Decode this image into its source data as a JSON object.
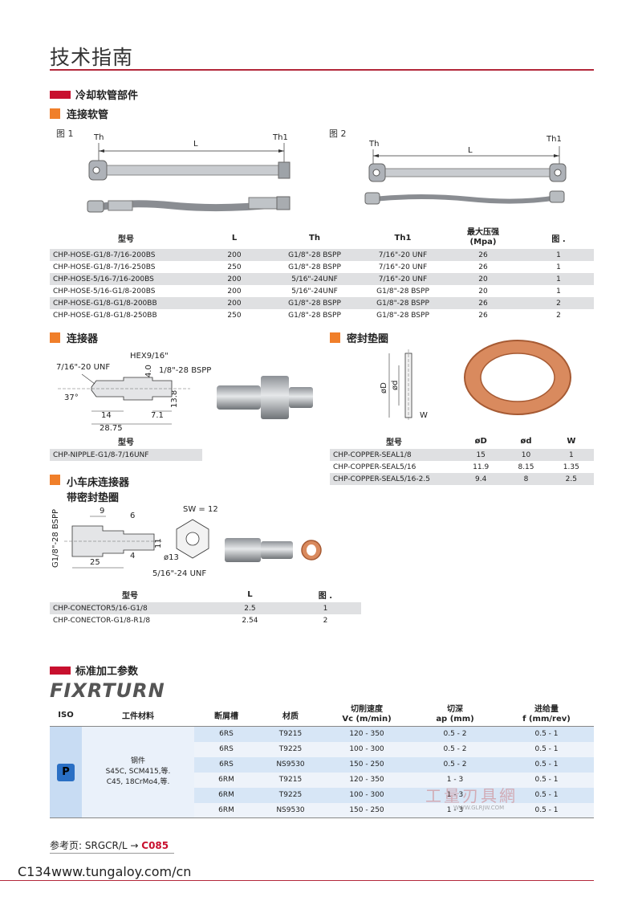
{
  "page": {
    "title": "技术指南",
    "page_number": "C134",
    "website": "www.tungaloy.com/cn",
    "reference_label": "参考页: SRGCR/L →",
    "reference_target": "C085"
  },
  "colors": {
    "accent_red": "#c8102e",
    "accent_orange": "#f07f2a",
    "row_shade": "#dfe0e2",
    "proc_blue": "#d7e6f6"
  },
  "cooling": {
    "section_title": "冷却软管部件",
    "hose": {
      "title": "连接软管",
      "fig1": "图 1",
      "fig2": "图 2",
      "dim_th": "Th",
      "dim_l": "L",
      "dim_th1": "Th1",
      "headers": [
        "型号",
        "L",
        "Th",
        "Th1",
        "最大压强\n(Mpa)",
        "图 ."
      ],
      "rows": [
        [
          "CHP-HOSE-G1/8-7/16-200BS",
          "200",
          "G1/8\"-28 BSPP",
          "7/16\"-20 UNF",
          "26",
          "1"
        ],
        [
          "CHP-HOSE-G1/8-7/16-250BS",
          "250",
          "G1/8\"-28 BSPP",
          "7/16\"-20 UNF",
          "26",
          "1"
        ],
        [
          "CHP-HOSE-5/16-7/16-200BS",
          "200",
          "5/16\"-24UNF",
          "7/16\"-20 UNF",
          "20",
          "1"
        ],
        [
          "CHP-HOSE-5/16-G1/8-200BS",
          "200",
          "5/16\"-24UNF",
          "G1/8\"-28 BSPP",
          "20",
          "1"
        ],
        [
          "CHP-HOSE-G1/8-G1/8-200BB",
          "200",
          "G1/8\"-28 BSPP",
          "G1/8\"-28 BSPP",
          "26",
          "2"
        ],
        [
          "CHP-HOSE-G1/8-G1/8-250BB",
          "250",
          "G1/8\"-28 BSPP",
          "G1/8\"-28 BSPP",
          "26",
          "2"
        ]
      ]
    },
    "connector": {
      "title": "连接器",
      "d_hex": "HEX9/16\"",
      "d_unf": "7/16\"-20 UNF",
      "d_bspp": "1/8\"-28 BSPP",
      "d_40": "4.0",
      "d_138": "13.8",
      "d_37": "37°",
      "d_14": "14",
      "d_71": "7.1",
      "d_2875": "28.75",
      "header": "型号",
      "rows": [
        [
          "CHP-NIPPLE-G1/8-7/16UNF"
        ]
      ]
    },
    "seal": {
      "title": "密封垫圈",
      "d_od": "øD",
      "d_id": "ød",
      "d_w": "W",
      "headers": [
        "型号",
        "øD",
        "ød",
        "W"
      ],
      "rows": [
        [
          "CHP-COPPER-SEAL1/8",
          "15",
          "10",
          "1"
        ],
        [
          "CHP-COPPER-SEAL5/16",
          "11.9",
          "8.15",
          "1.35"
        ],
        [
          "CHP-COPPER-SEAL5/16-2.5",
          "9.4",
          "8",
          "2.5"
        ]
      ]
    },
    "carriage": {
      "title_line1": "小车床连接器",
      "title_line2": "带密封垫圈",
      "d_bspp": "G1/8\"-28 BSPP",
      "d_9": "9",
      "d_6": "6",
      "d_11": "11",
      "d_4": "4",
      "d_25": "25",
      "d_sw": "SW = 12",
      "d_13": "ø13",
      "d_unf": "5/16\"-24 UNF",
      "headers": [
        "型号",
        "L",
        "图 ."
      ],
      "rows": [
        [
          "CHP-CONECTOR5/16-G1/8",
          "2.5",
          "1"
        ],
        [
          "CHP-CONECTOR-G1/8-R1/8",
          "2.54",
          "2"
        ]
      ]
    }
  },
  "machining": {
    "section_title": "标准加工参数",
    "logo_text": "FIXRTURN",
    "headers": {
      "iso": "ISO",
      "material": "工件材料",
      "chipbreaker": "断屑槽",
      "grade": "材质",
      "vc_line1": "切削速度",
      "vc_line2": "Vc (m/min)",
      "ap_line1": "切深",
      "ap_line2": "ap (mm)",
      "f_line1": "进给量",
      "f_line2": "f (mm/rev)"
    },
    "iso_letter": "P",
    "material_lines": [
      "钢件",
      "S45C, SCM415,等.",
      "C45, 18CrMo4,等."
    ],
    "rows": [
      [
        "6RS",
        "T9215",
        "120 - 350",
        "0.5 - 2",
        "0.5 - 1"
      ],
      [
        "6RS",
        "T9225",
        "100 - 300",
        "0.5 - 2",
        "0.5 - 1"
      ],
      [
        "6RS",
        "NS9530",
        "150 - 250",
        "0.5 - 2",
        "0.5 - 1"
      ],
      [
        "6RM",
        "T9215",
        "120 - 350",
        "1 - 3",
        "0.5 - 1"
      ],
      [
        "6RM",
        "T9225",
        "100 - 300",
        "1 - 3",
        "0.5 - 1"
      ],
      [
        "6RM",
        "NS9530",
        "150 - 250",
        "1 - 3",
        "0.5 - 1"
      ]
    ],
    "watermark": "工量刃具網",
    "watermark_url": "WWW.GLRJW.COM"
  }
}
